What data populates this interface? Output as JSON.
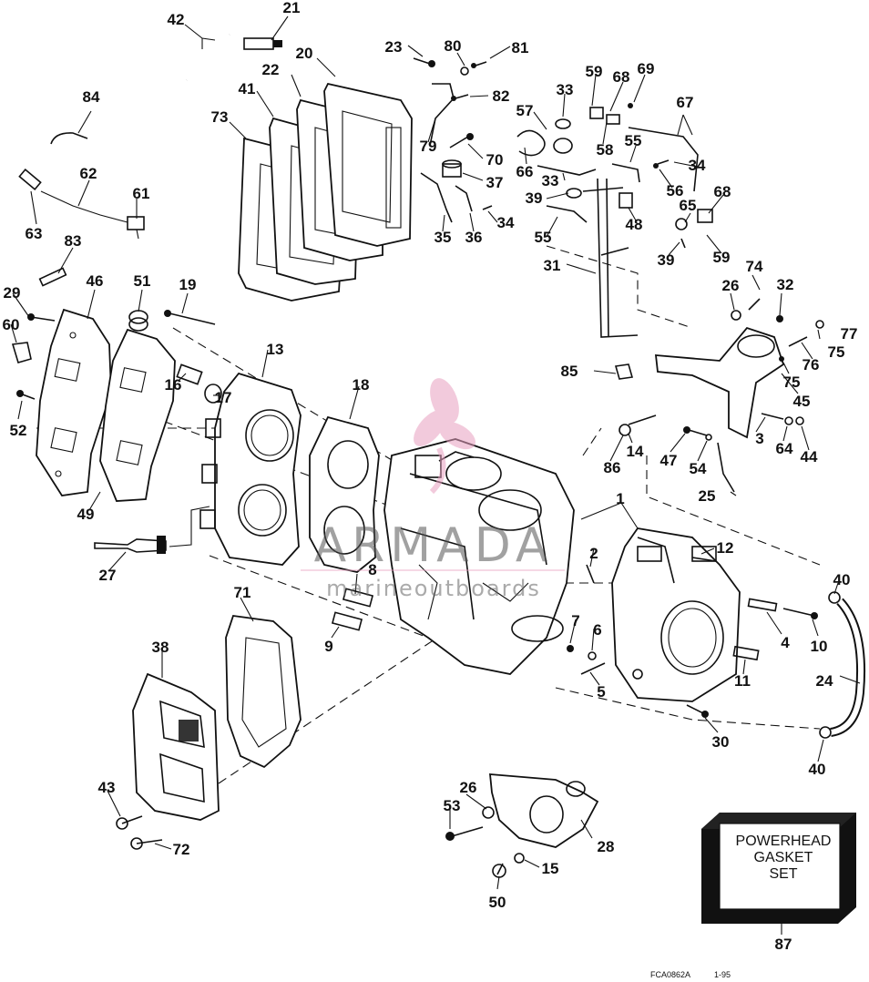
{
  "diagram": {
    "parts": [
      {
        "n": "1"
      },
      {
        "n": "3"
      },
      {
        "n": "4"
      },
      {
        "n": "5"
      },
      {
        "n": "6"
      },
      {
        "n": "7"
      },
      {
        "n": "8"
      },
      {
        "n": "9"
      },
      {
        "n": "10"
      },
      {
        "n": "11"
      },
      {
        "n": "12"
      },
      {
        "n": "13"
      },
      {
        "n": "14"
      },
      {
        "n": "15"
      },
      {
        "n": "16"
      },
      {
        "n": "17"
      },
      {
        "n": "18"
      },
      {
        "n": "19"
      },
      {
        "n": "20"
      },
      {
        "n": "21"
      },
      {
        "n": "22"
      },
      {
        "n": "23"
      },
      {
        "n": "24"
      },
      {
        "n": "25"
      },
      {
        "n": "26"
      },
      {
        "n": "26"
      },
      {
        "n": "27"
      },
      {
        "n": "28"
      },
      {
        "n": "29"
      },
      {
        "n": "30"
      },
      {
        "n": "31"
      },
      {
        "n": "32"
      },
      {
        "n": "33"
      },
      {
        "n": "33"
      },
      {
        "n": "34"
      },
      {
        "n": "34"
      },
      {
        "n": "35"
      },
      {
        "n": "36"
      },
      {
        "n": "37"
      },
      {
        "n": "38"
      },
      {
        "n": "39"
      },
      {
        "n": "39"
      },
      {
        "n": "40"
      },
      {
        "n": "40"
      },
      {
        "n": "41"
      },
      {
        "n": "42"
      },
      {
        "n": "43"
      },
      {
        "n": "44"
      },
      {
        "n": "45"
      },
      {
        "n": "46"
      },
      {
        "n": "47"
      },
      {
        "n": "48"
      },
      {
        "n": "49"
      },
      {
        "n": "50"
      },
      {
        "n": "51"
      },
      {
        "n": "52"
      },
      {
        "n": "53"
      },
      {
        "n": "54"
      },
      {
        "n": "55"
      },
      {
        "n": "55"
      },
      {
        "n": "56"
      },
      {
        "n": "57"
      },
      {
        "n": "58"
      },
      {
        "n": "59"
      },
      {
        "n": "59"
      },
      {
        "n": "60"
      },
      {
        "n": "61"
      },
      {
        "n": "62"
      },
      {
        "n": "63"
      },
      {
        "n": "64"
      },
      {
        "n": "65"
      },
      {
        "n": "66"
      },
      {
        "n": "67"
      },
      {
        "n": "68"
      },
      {
        "n": "68"
      },
      {
        "n": "69"
      },
      {
        "n": "70"
      },
      {
        "n": "71"
      },
      {
        "n": "72"
      },
      {
        "n": "73"
      },
      {
        "n": "74"
      },
      {
        "n": "75"
      },
      {
        "n": "75"
      },
      {
        "n": "76"
      },
      {
        "n": "77"
      },
      {
        "n": "79"
      },
      {
        "n": "80"
      },
      {
        "n": "81"
      },
      {
        "n": "82"
      },
      {
        "n": "83"
      },
      {
        "n": "84"
      },
      {
        "n": "85"
      },
      {
        "n": "86"
      },
      {
        "n": "2"
      },
      {
        "n": "87"
      }
    ],
    "kit_box": {
      "line1": "POWERHEAD",
      "line2": "GASKET",
      "line3": "SET"
    },
    "footer": {
      "code": "FCA0862A",
      "date": "1-95"
    },
    "watermark": {
      "name": "ARMADA",
      "subtitle": "marineoutboards"
    }
  }
}
